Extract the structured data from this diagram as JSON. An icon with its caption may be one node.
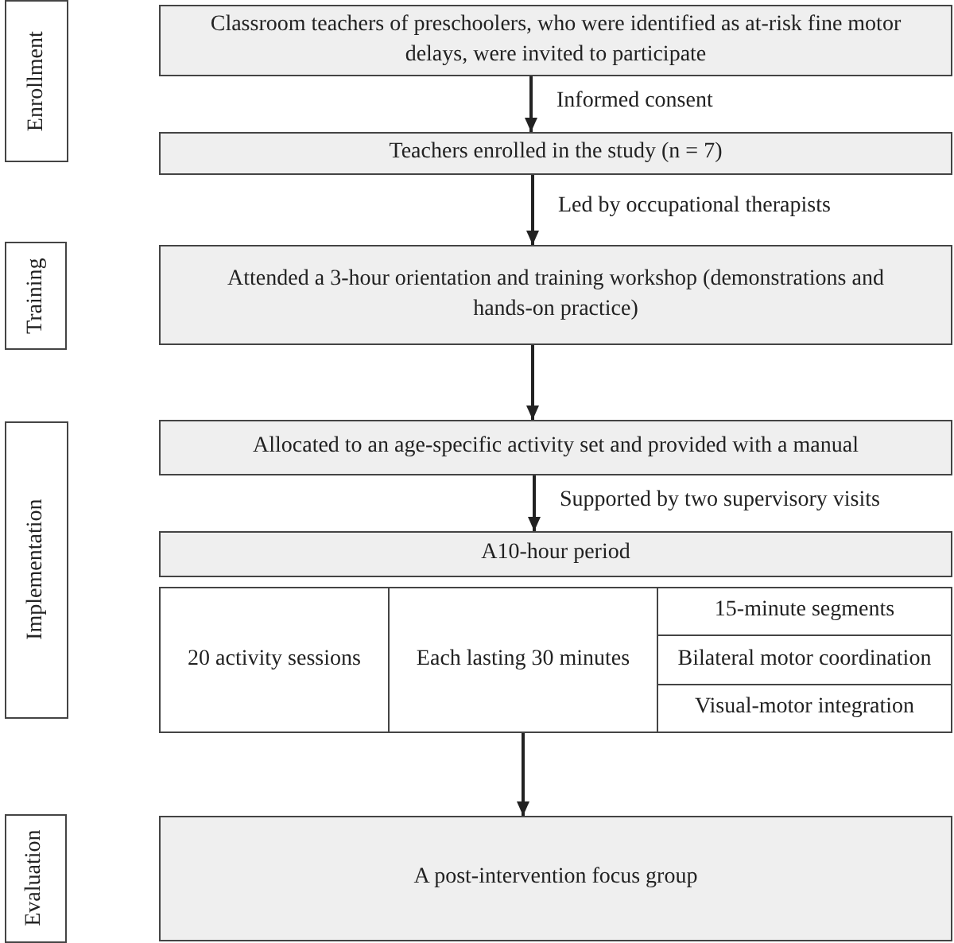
{
  "diagram": {
    "nodes": [
      {
        "text": [
          "Enrollment"
        ]
      },
      {
        "text": [
          "Classroom teachers of preschoolers, who were identified as at-risk fine motor delays, were invited to participate"
        ]
      },
      {
        "text": [
          "Teachers enrolled in the study (n = 7)"
        ]
      },
      {
        "text": [
          "Training"
        ]
      },
      {
        "text": [
          "Attended a 3-hour orientation and training workshop (demonstrations and hands-on practice)"
        ]
      },
      {
        "text": [
          "Implementation"
        ]
      },
      {
        "text": [
          "Allocated to an age-specific activity set and provided with a manual"
        ]
      },
      {
        "text": [
          "A10-hour period"
        ]
      },
      {
        "text": [
          "20 activity sessions"
        ]
      },
      {
        "text": [
          "Each lasting 30 minutes"
        ]
      },
      {
        "text": [
          "15-minute segments"
        ]
      },
      {
        "text": [
          "Bilateral motor coordination"
        ]
      },
      {
        "text": [
          "Visual-motor integration"
        ]
      },
      {
        "text": [
          "Evaluation"
        ]
      },
      {
        "text": [
          "A post-intervention focus group"
        ]
      }
    ],
    "edges": [
      {
        "from": 1,
        "to": 2,
        "arrow": "to",
        "label": "Informed consent"
      },
      {
        "from": 2,
        "to": 4,
        "arrow": "to",
        "label": "Led by occupational therapists"
      },
      {
        "from": 4,
        "to": 6,
        "arrow": "to"
      },
      {
        "from": 6,
        "to": 7,
        "arrow": "to",
        "label": "Supported by two supervisory visits"
      },
      {
        "from": 9,
        "to": 14,
        "arrow": "to"
      }
    ]
  }
}
